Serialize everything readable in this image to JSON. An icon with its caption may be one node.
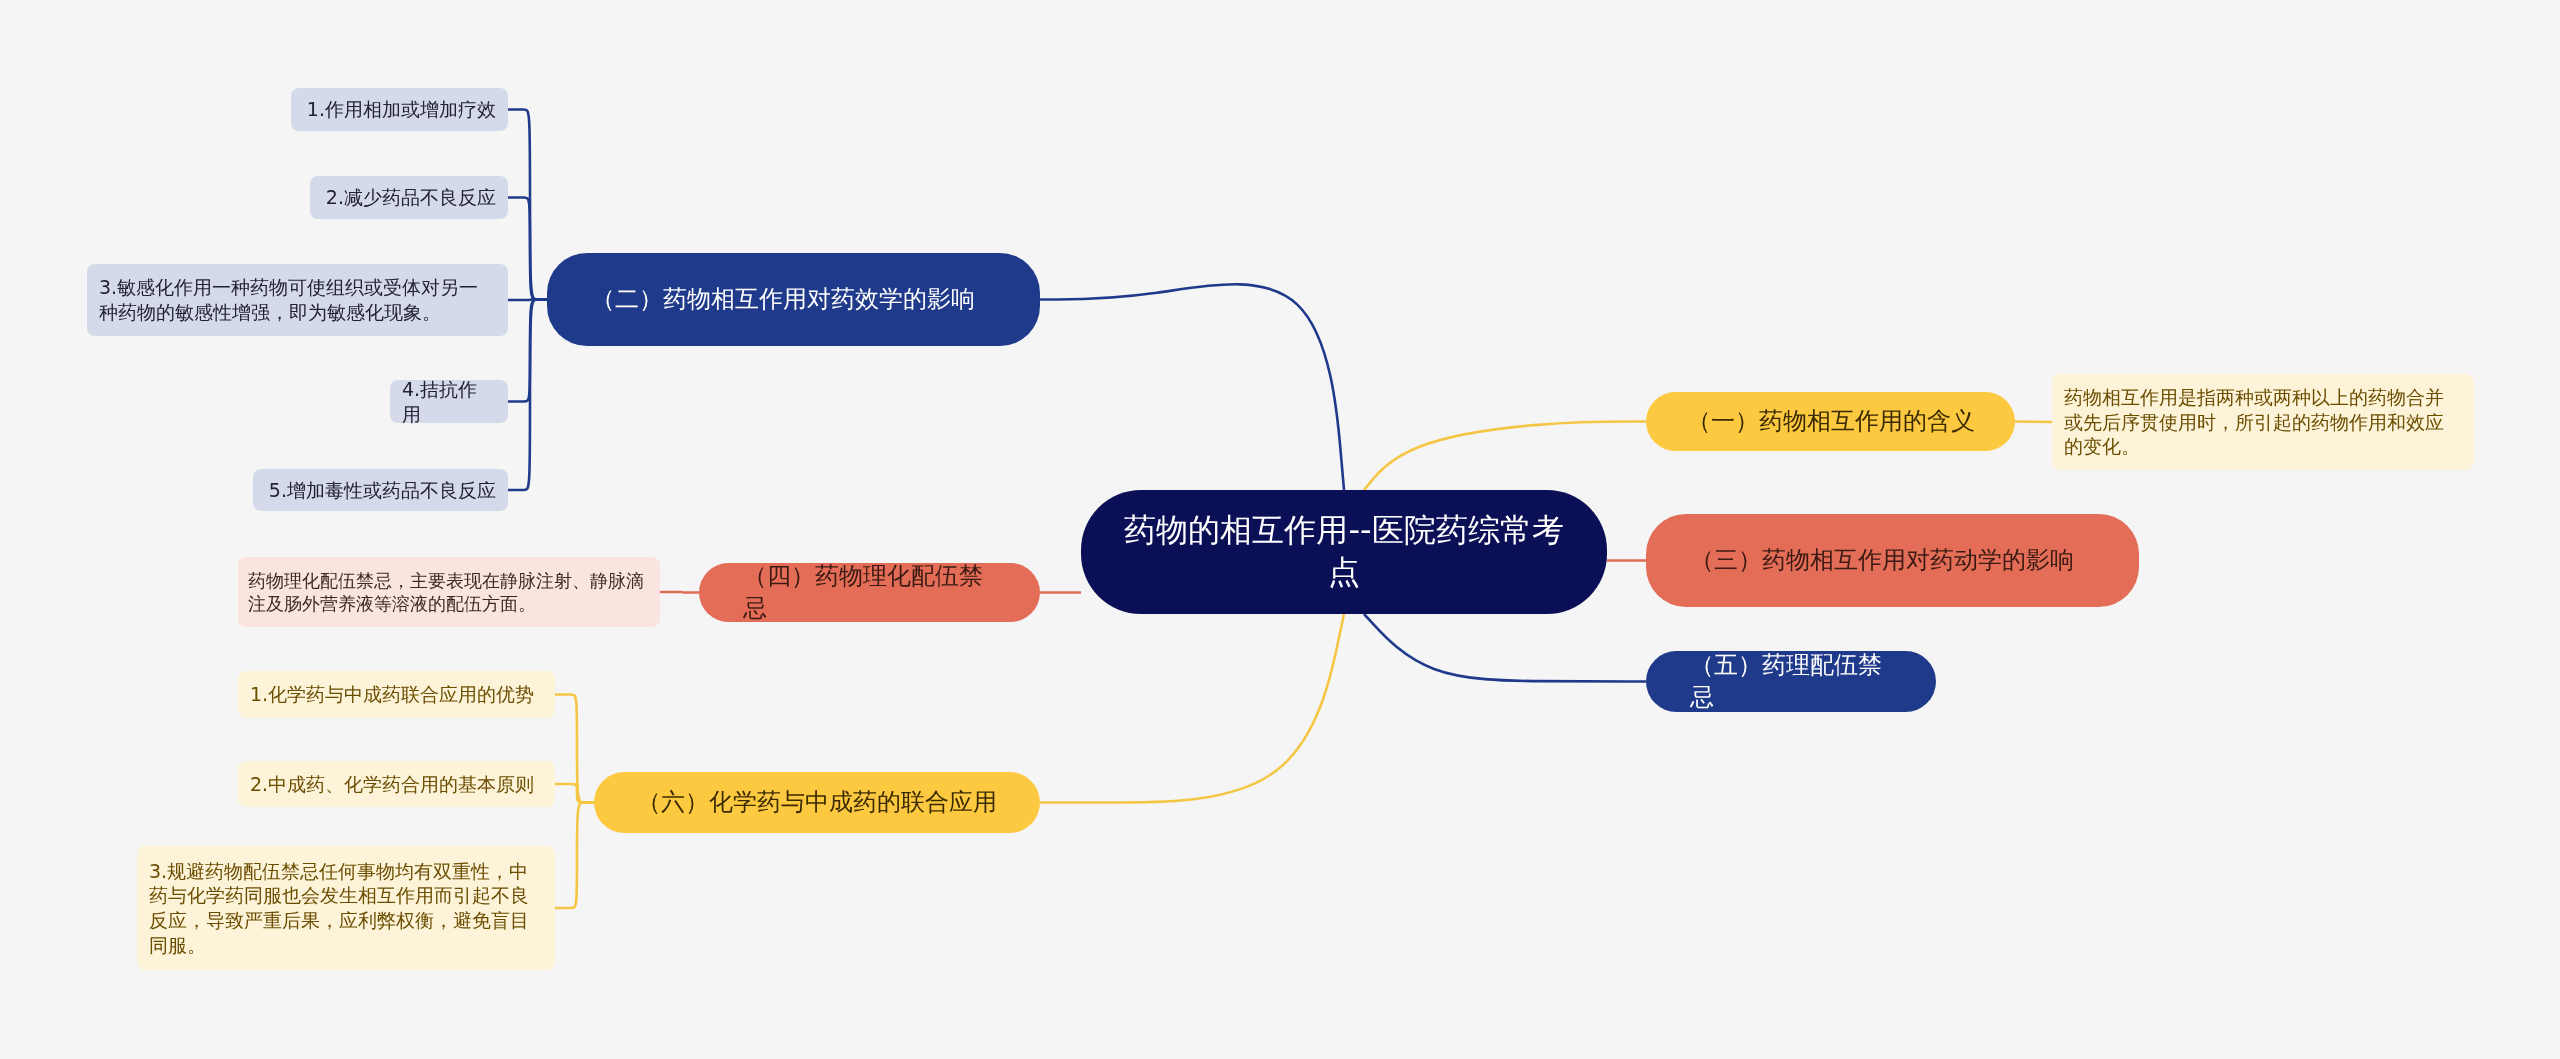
{
  "diagram": {
    "nodes": [
      {
        "text": [
          "药物的相互作用--医院药综常考点"
        ]
      },
      {
        "text": [
          "（二）药物相互作用对药效学的影响"
        ]
      },
      {
        "text": [
          "1.作用相加或增加疗效"
        ]
      },
      {
        "text": [
          "2.减少药品不良反应"
        ]
      },
      {
        "text": [
          "3.敏感化作用一种药物可使组织或受体对另一种药物的敏感性增强，即为敏感化现象。"
        ]
      },
      {
        "text": [
          "4.拮抗作用"
        ]
      },
      {
        "text": [
          "5.增加毒性或药品不良反应"
        ]
      },
      {
        "text": [
          "（一）药物相互作用的含义"
        ]
      },
      {
        "text": [
          "药物相互作用是指两种或两种以上的药物合并或先后序贯使用时，所引起的药物作用和效应的变化。"
        ]
      },
      {
        "text": [
          "（三）药物相互作用对药动学的影响"
        ]
      },
      {
        "text": [
          "（四）药物理化配伍禁忌"
        ]
      },
      {
        "text": [
          "药物理化配伍禁忌，主要表现在静脉注射、静脉滴注及肠外营养液等溶液的配伍方面。"
        ]
      },
      {
        "text": [
          "（五）药理配伍禁忌"
        ]
      },
      {
        "text": [
          "（六）化学药与中成药的联合应用"
        ]
      },
      {
        "text": [
          "1.化学药与中成药联合应用的优势"
        ]
      },
      {
        "text": [
          "2.中成药、化学药合用的基本原则"
        ]
      },
      {
        "text": [
          "3.规避药物配伍禁忌任何事物均有双重性，中药与化学药同服也会发生相互作用而引起不良反应，导致严重后果，应利弊权衡，避免盲目同服。"
        ]
      }
    ],
    "edges": [
      {
        "from": 0,
        "to": 1,
        "arrow": "none"
      },
      {
        "from": 1,
        "to": 2,
        "arrow": "none"
      },
      {
        "from": 1,
        "to": 3,
        "arrow": "none"
      },
      {
        "from": 1,
        "to": 4,
        "arrow": "none"
      },
      {
        "from": 1,
        "to": 5,
        "arrow": "none"
      },
      {
        "from": 1,
        "to": 6,
        "arrow": "none"
      },
      {
        "from": 0,
        "to": 7,
        "arrow": "none",
        "color": "#f5c544"
      },
      {
        "from": 7,
        "to": 8,
        "arrow": "none",
        "color": "#f5c544"
      },
      {
        "from": 0,
        "to": 9,
        "arrow": "none",
        "color": "#e06c56"
      },
      {
        "from": 0,
        "to": 10,
        "arrow": "none",
        "color": "#e06c56"
      },
      {
        "from": 10,
        "to": 11,
        "arrow": "none",
        "color": "#e06c56"
      },
      {
        "from": 0,
        "to": 12,
        "arrow": "none"
      },
      {
        "from": 0,
        "to": 13,
        "arrow": "none",
        "color": "#f5c544"
      },
      {
        "from": 13,
        "to": 14,
        "arrow": "none",
        "color": "#f5c544"
      },
      {
        "from": 13,
        "to": 15,
        "arrow": "none",
        "color": "#f5c544"
      },
      {
        "from": 13,
        "to": 16,
        "arrow": "none",
        "color": "#f5c544"
      }
    ]
  }
}
